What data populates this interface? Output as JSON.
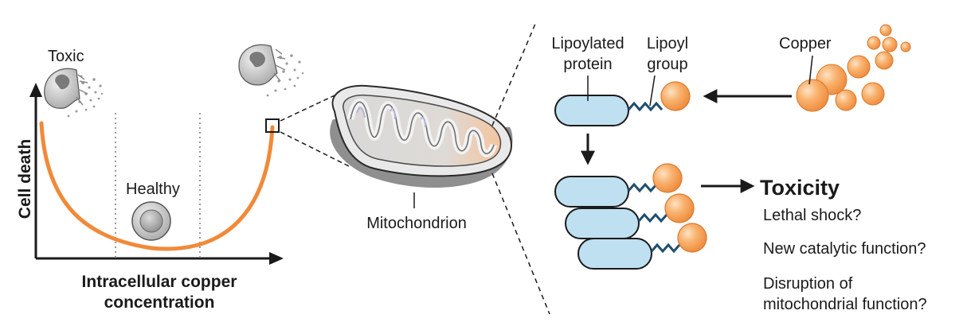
{
  "graph": {
    "y_axis_label": "Cell death",
    "x_axis_label_line1": "Intracellular copper",
    "x_axis_label_line2": "concentration",
    "toxic_label": "Toxic",
    "healthy_label": "Healthy"
  },
  "mitochondrion": {
    "label": "Mitochondrion"
  },
  "mechanism": {
    "lipoylated_protein_line1": "Lipoylated",
    "lipoylated_protein_line2": "protein",
    "lipoyl_group_line1": "Lipoyl",
    "lipoyl_group_line2": "group",
    "copper_label": "Copper",
    "toxicity_title": "Toxicity",
    "outcomes": [
      "Lethal shock?",
      "New catalytic function?",
      "Disruption of",
      "mitochondrial function?"
    ]
  },
  "colors": {
    "curve": "#f08a3a",
    "copper": "#f7a55a",
    "protein": "#bfe0f0",
    "linker": "#1f4e6e"
  }
}
